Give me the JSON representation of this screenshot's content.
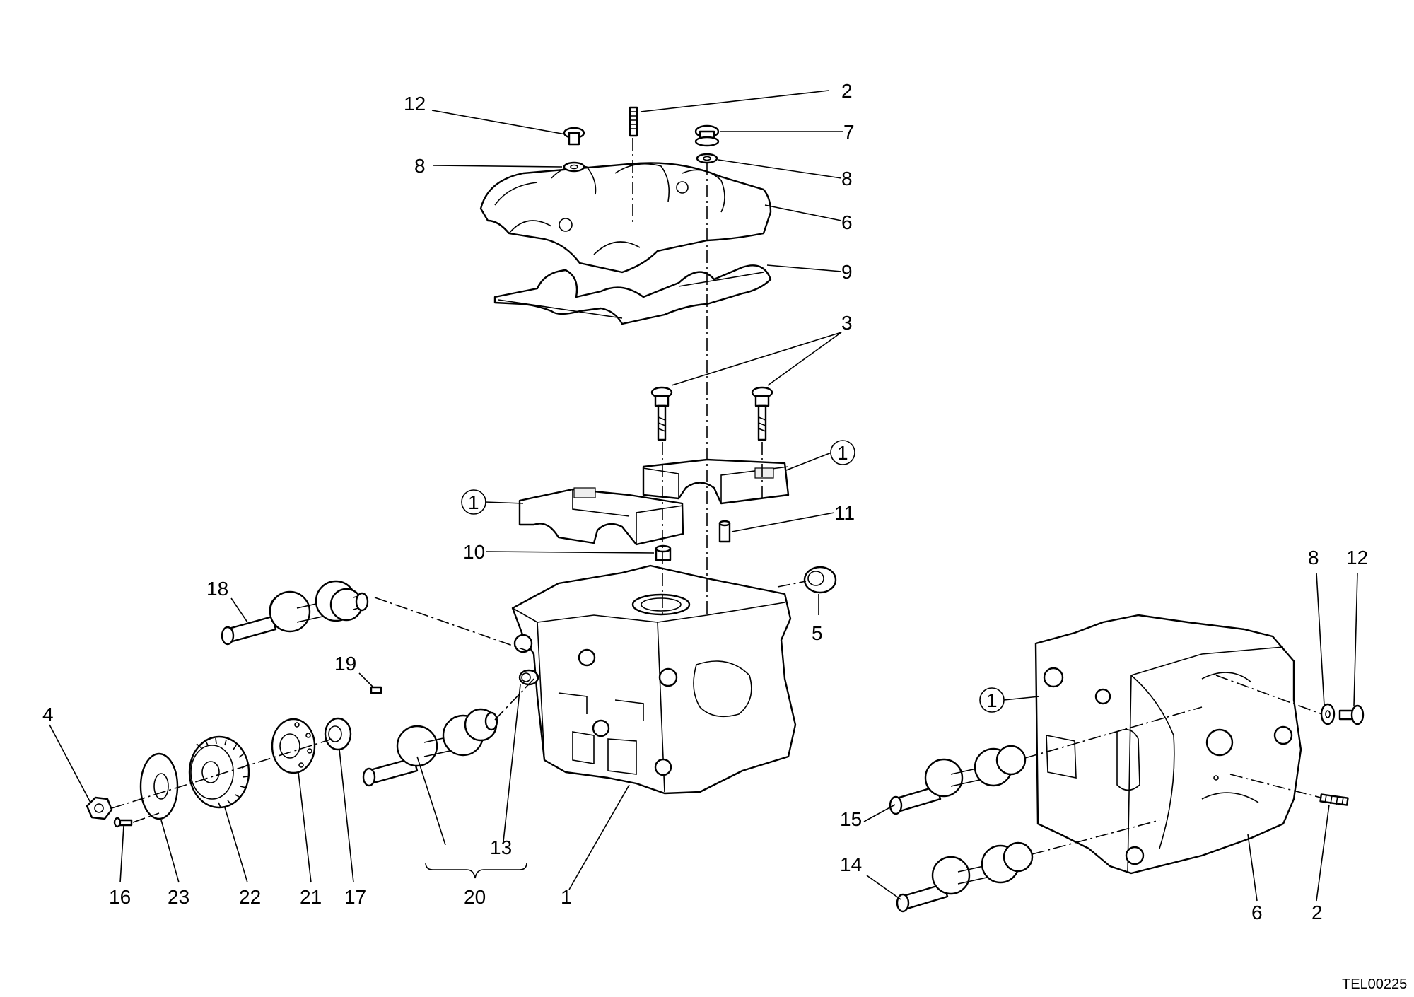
{
  "drawing_code": "TEL00225",
  "labels": {
    "l1a": "1",
    "l1b": "1",
    "l1c": "1",
    "l1d": "1",
    "l2a": "2",
    "l2b": "2",
    "l3": "3",
    "l4": "4",
    "l5": "5",
    "l6a": "6",
    "l6b": "6",
    "l7": "7",
    "l8a": "8",
    "l8b": "8",
    "l8c": "8",
    "l9": "9",
    "l10": "10",
    "l11": "11",
    "l12a": "12",
    "l12b": "12",
    "l13": "13",
    "l14": "14",
    "l15": "15",
    "l16": "16",
    "l17": "17",
    "l18": "18",
    "l19": "19",
    "l20": "20",
    "l21": "21",
    "l22": "22",
    "l23": "23"
  }
}
